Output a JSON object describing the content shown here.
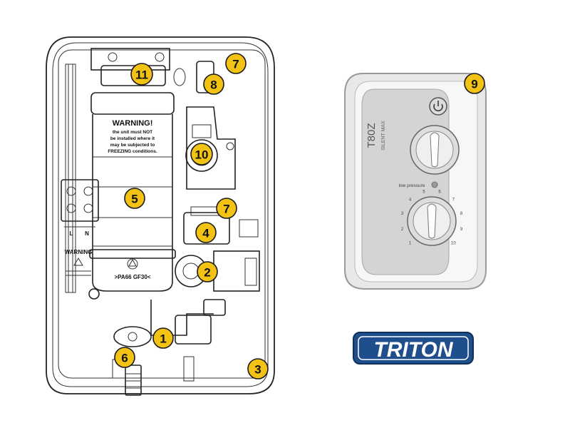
{
  "diagram": {
    "heater_labels": {
      "warning_title": "WARNING!",
      "warning_line1": "the unit must NOT",
      "warning_line2": "be installed where it",
      "warning_line3": "may be subjected to",
      "warning_line4": "FREEZING conditions.",
      "terminal_l": "L",
      "terminal_n": "N",
      "side_warning": "WARNING",
      "material_code": ">PA66 GF30<"
    },
    "callouts": [
      "1",
      "2",
      "3",
      "4",
      "5",
      "6",
      "7",
      "7",
      "8",
      "9",
      "10",
      "11"
    ],
    "control_panel": {
      "model": "T80Z",
      "subtitle": "SILENT MAX",
      "indicator_label": "low pressure",
      "temperature_scale": [
        "1",
        "2",
        "3",
        "4",
        "5",
        "6",
        "7",
        "8",
        "9",
        "10"
      ]
    },
    "brand": {
      "logo_text": "TRITON",
      "logo_color": "#1f4e8c"
    },
    "colors": {
      "callout_fill": "#f2c314",
      "panel_gray": "#d4d4d4",
      "panel_white": "#f7f7f7"
    }
  }
}
